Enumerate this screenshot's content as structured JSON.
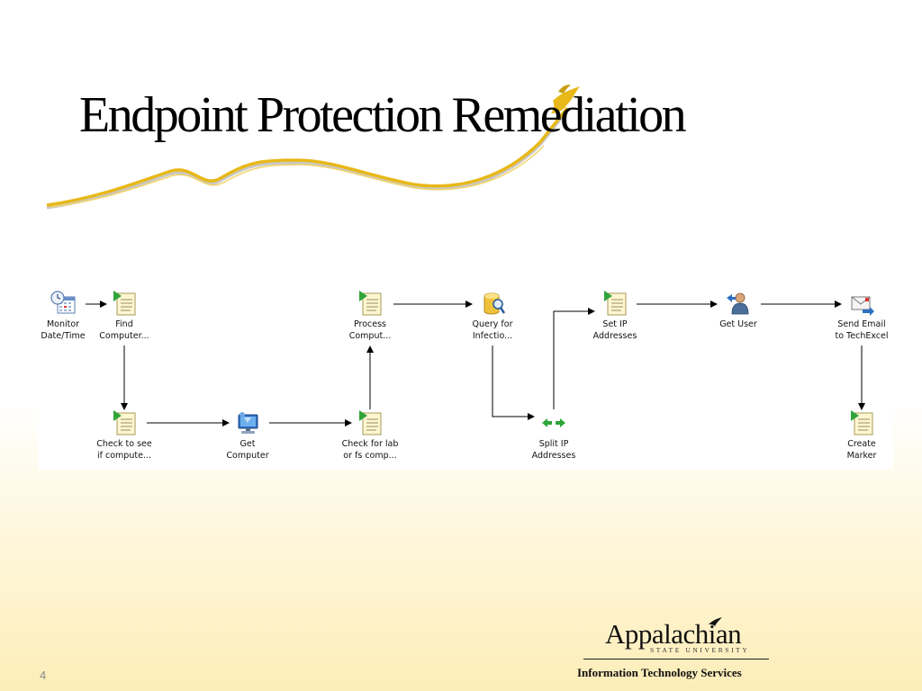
{
  "slide": {
    "title": "Endpoint Protection Remediation",
    "page_number": "4"
  },
  "workflow": {
    "nodes": [
      {
        "id": "monitor",
        "line1": "Monitor",
        "line2": "Date/Time",
        "icon": "calendar-clock-icon"
      },
      {
        "id": "find",
        "line1": "Find",
        "line2": "Computer...",
        "icon": "script-icon"
      },
      {
        "id": "check_see",
        "line1": "Check to see",
        "line2": "if compute...",
        "icon": "script-icon"
      },
      {
        "id": "get_computer",
        "line1": "Get",
        "line2": "Computer",
        "icon": "computer-icon"
      },
      {
        "id": "check_lab",
        "line1": "Check for lab",
        "line2": "or fs comp...",
        "icon": "script-icon"
      },
      {
        "id": "process",
        "line1": "Process",
        "line2": "Comput...",
        "icon": "script-icon"
      },
      {
        "id": "query",
        "line1": "Query for",
        "line2": "Infectio...",
        "icon": "database-query-icon"
      },
      {
        "id": "split",
        "line1": "Split IP",
        "line2": "Addresses",
        "icon": "split-arrows-icon"
      },
      {
        "id": "set_ip",
        "line1": "Set IP",
        "line2": "Addresses",
        "icon": "script-icon"
      },
      {
        "id": "get_user",
        "line1": "Get User",
        "line2": "",
        "icon": "user-icon"
      },
      {
        "id": "send_email",
        "line1": "Send Email",
        "line2": "to TechExcel",
        "icon": "email-icon"
      },
      {
        "id": "create_marker",
        "line1": "Create",
        "line2": "Marker",
        "icon": "script-icon"
      }
    ]
  },
  "footer": {
    "logo_name": "Appalachian",
    "logo_subtitle": "STATE UNIVERSITY",
    "department": "Information Technology Services"
  },
  "colors": {
    "swoosh_gold": "#e8b818",
    "background_cream": "#fdedb8",
    "script_green": "#2fa53a",
    "icon_blue": "#2d6fc0"
  }
}
